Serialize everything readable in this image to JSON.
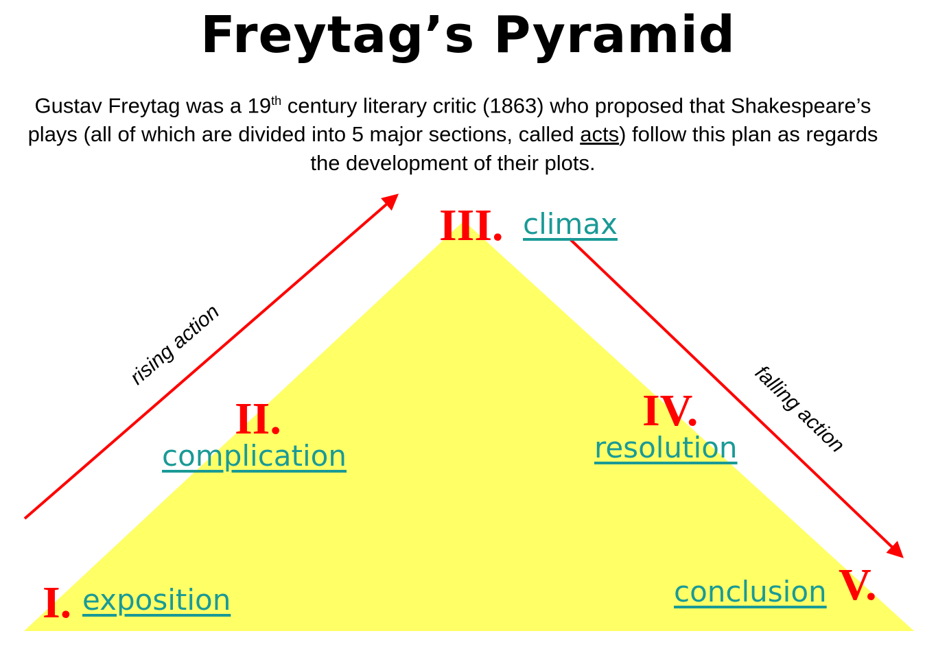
{
  "title": "Freytag’s Pyramid",
  "intro": {
    "part1": "Gustav Freytag was a 19",
    "sup": "th",
    "part2": " century literary critic (1863) who proposed that Shakespeare’s plays (all of which are divided into 5 major sections, called ",
    "acts": "acts",
    "part3": ") follow this plan as regards the development of their plots."
  },
  "stages": [
    {
      "numeral": "I.",
      "term": "exposition"
    },
    {
      "numeral": "II.",
      "term": "complication"
    },
    {
      "numeral": "III.",
      "term": "climax"
    },
    {
      "numeral": "IV.",
      "term": "resolution"
    },
    {
      "numeral": "V.",
      "term": "conclusion"
    }
  ],
  "arrows": {
    "rising": "rising action",
    "falling": "falling action"
  },
  "colors": {
    "pyramid": "#ffff66",
    "arrow": "#ff0000",
    "numeral": "#ff0000",
    "term": "#1a9a96"
  }
}
